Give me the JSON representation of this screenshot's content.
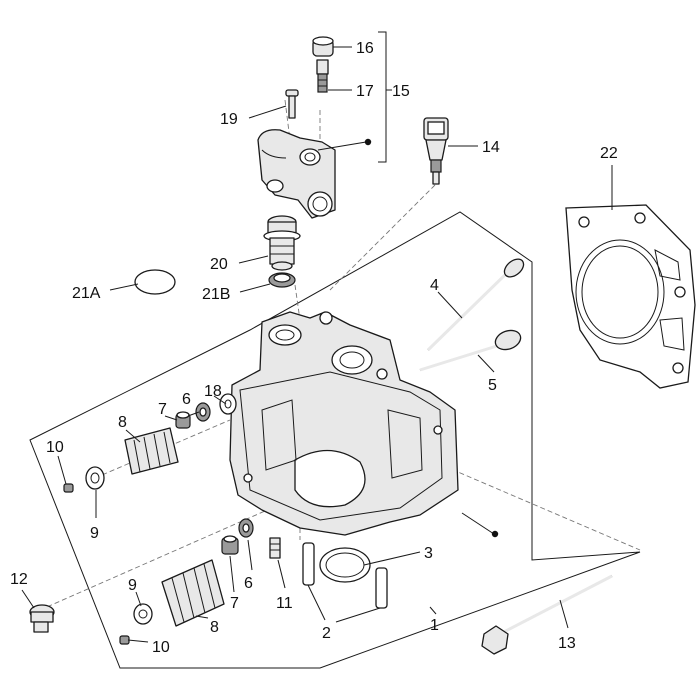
{
  "callouts": [
    {
      "id": "c1",
      "text": "1"
    },
    {
      "id": "c2",
      "text": "2"
    },
    {
      "id": "c3",
      "text": "3"
    },
    {
      "id": "c4",
      "text": "4"
    },
    {
      "id": "c5",
      "text": "5"
    },
    {
      "id": "c6a",
      "text": "6"
    },
    {
      "id": "c6b",
      "text": "6"
    },
    {
      "id": "c7a",
      "text": "7"
    },
    {
      "id": "c7b",
      "text": "7"
    },
    {
      "id": "c8a",
      "text": "8"
    },
    {
      "id": "c8b",
      "text": "8"
    },
    {
      "id": "c9a",
      "text": "9"
    },
    {
      "id": "c9b",
      "text": "9"
    },
    {
      "id": "c10a",
      "text": "10"
    },
    {
      "id": "c10b",
      "text": "10"
    },
    {
      "id": "c11",
      "text": "11"
    },
    {
      "id": "c12",
      "text": "12"
    },
    {
      "id": "c13",
      "text": "13"
    },
    {
      "id": "c14",
      "text": "14"
    },
    {
      "id": "c15",
      "text": "15"
    },
    {
      "id": "c16",
      "text": "16"
    },
    {
      "id": "c17",
      "text": "17"
    },
    {
      "id": "c18",
      "text": "18"
    },
    {
      "id": "c19",
      "text": "19"
    },
    {
      "id": "c20",
      "text": "20"
    },
    {
      "id": "c21A",
      "text": "21A"
    },
    {
      "id": "c21B",
      "text": "21B"
    },
    {
      "id": "c22",
      "text": "22"
    }
  ]
}
